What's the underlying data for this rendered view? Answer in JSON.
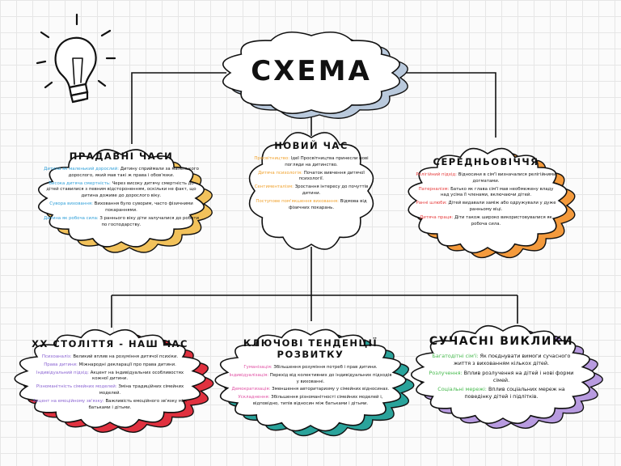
{
  "title": "СХЕМА",
  "colors": {
    "ink": "#111111",
    "cloud_main": "#b9c9dc",
    "yellow": "#f2c25b",
    "orange": "#f49a3c",
    "red": "#e0313f",
    "teal": "#2aa39b",
    "purple": "#b89be0"
  },
  "nodes": {
    "ancient": {
      "heading": "ПРАДАВНІ ЧАСИ",
      "items": [
        {
          "key": "Дитина як маленький дорослий:",
          "key_color": "#2f9fd8",
          "text": "Дитину сприймали за маленького дорослого, який мав такі ж права і обов'язки."
        },
        {
          "key": "Висока дитяча смертність:",
          "key_color": "#2f9fd8",
          "text": "Через високу дитячу смертність до дітей ставилися з певним відстороненням, оскільки не факт, що дитина доживе до дорослого віку."
        },
        {
          "key": "Сувора виховання:",
          "key_color": "#2f9fd8",
          "text": "Виховання було суворим, часто фізичними покараннями."
        },
        {
          "key": "Дитина як робоча сила:",
          "key_color": "#2f9fd8",
          "text": "З раннього віку діти залучалися до роботи по господарству."
        }
      ]
    },
    "new_time": {
      "heading": "НОВИЙ ЧАС",
      "items": [
        {
          "key": "Просвітництво:",
          "key_color": "#f0a22e",
          "text": "Ідеї Просвітництва принесли нові погляди на дитинство."
        },
        {
          "key": "Дитяча психологія:",
          "key_color": "#f0a22e",
          "text": "Початок вивчення дитячої психології."
        },
        {
          "key": "Сентименталізм:",
          "key_color": "#f0a22e",
          "text": "Зростання інтересу до почуттів дитини."
        },
        {
          "key": "Поступове пом'якшення виховання:",
          "key_color": "#f0a22e",
          "text": "Відмова від фізичних покарань."
        }
      ]
    },
    "middle_ages": {
      "heading": "СЕРЕДНЬОВІЧЧЯ",
      "items": [
        {
          "key": "Релігійний підхід:",
          "key_color": "#e63b3b",
          "text": "Відносини в сім'ї визначалися релігійними догматами."
        },
        {
          "key": "Патерналізм:",
          "key_color": "#e63b3b",
          "text": "Батько як глава сім'ї мав необмежену владу над усіма її членами, включаючи дітей."
        },
        {
          "key": "Ранні шлюби:",
          "key_color": "#e63b3b",
          "text": "Дітей видавали заміж або одружували у дуже ранньому віці."
        },
        {
          "key": "Дитяча праця:",
          "key_color": "#e63b3b",
          "text": "Діти також широко використовувалися як робоча сила."
        }
      ]
    },
    "xx_century": {
      "heading": "XX СТОЛІТТЯ - НАШ ЧАС",
      "items": [
        {
          "key": "Психоаналіз:",
          "key_color": "#8a63d2",
          "text": "Великий вплив на розуміння дитячої психіки."
        },
        {
          "key": "Права дитини:",
          "key_color": "#8a63d2",
          "text": "Міжнародні декларації про права дитини."
        },
        {
          "key": "Індивідуальний підхід:",
          "key_color": "#8a63d2",
          "text": "Акцент на індивідуальних особливостях кожної дитини."
        },
        {
          "key": "Різноманітність сімейних моделей:",
          "key_color": "#8a63d2",
          "text": "Зміна традиційних сімейних моделей."
        },
        {
          "key": "Акцент на емоційному зв'язку:",
          "key_color": "#8a63d2",
          "text": "Важливість емоційного зв'язку між батьками і дітьми."
        }
      ]
    },
    "trends": {
      "heading": "КЛЮЧОВІ ТЕНДЕНЦІЇ РОЗВИТКУ",
      "items": [
        {
          "key": "Гуманізація:",
          "key_color": "#e04fa3",
          "text": "Збільшення розуміння потреб і прав дитини."
        },
        {
          "key": "Індивідуалізація:",
          "key_color": "#e04fa3",
          "text": "Перехід від колективних до індивідуальних підходів у вихованні."
        },
        {
          "key": "Демократизація:",
          "key_color": "#e04fa3",
          "text": "Зменшення авторитаризму у сімейних відносинах."
        },
        {
          "key": "Ускладнення:",
          "key_color": "#e04fa3",
          "text": "Збільшення різноманітності сімейних моделей і, відповідно, типів відносин між батьками і дітьми."
        }
      ]
    },
    "challenges": {
      "heading": "СУЧАСНІ ВИКЛИКИ",
      "items": [
        {
          "key": "Багатодітні сім'ї:",
          "key_color": "#43b84a",
          "text": "Як поєднувати вимоги сучасного життя з вихованням кількох дітей."
        },
        {
          "key": "Розлучення:",
          "key_color": "#43b84a",
          "text": "Вплив розлучення на дітей і нові форми сімей."
        },
        {
          "key": "Соціальні мережі:",
          "key_color": "#43b84a",
          "text": "Вплив соціальних мереж на поведінку дітей і підлітків."
        }
      ]
    }
  }
}
